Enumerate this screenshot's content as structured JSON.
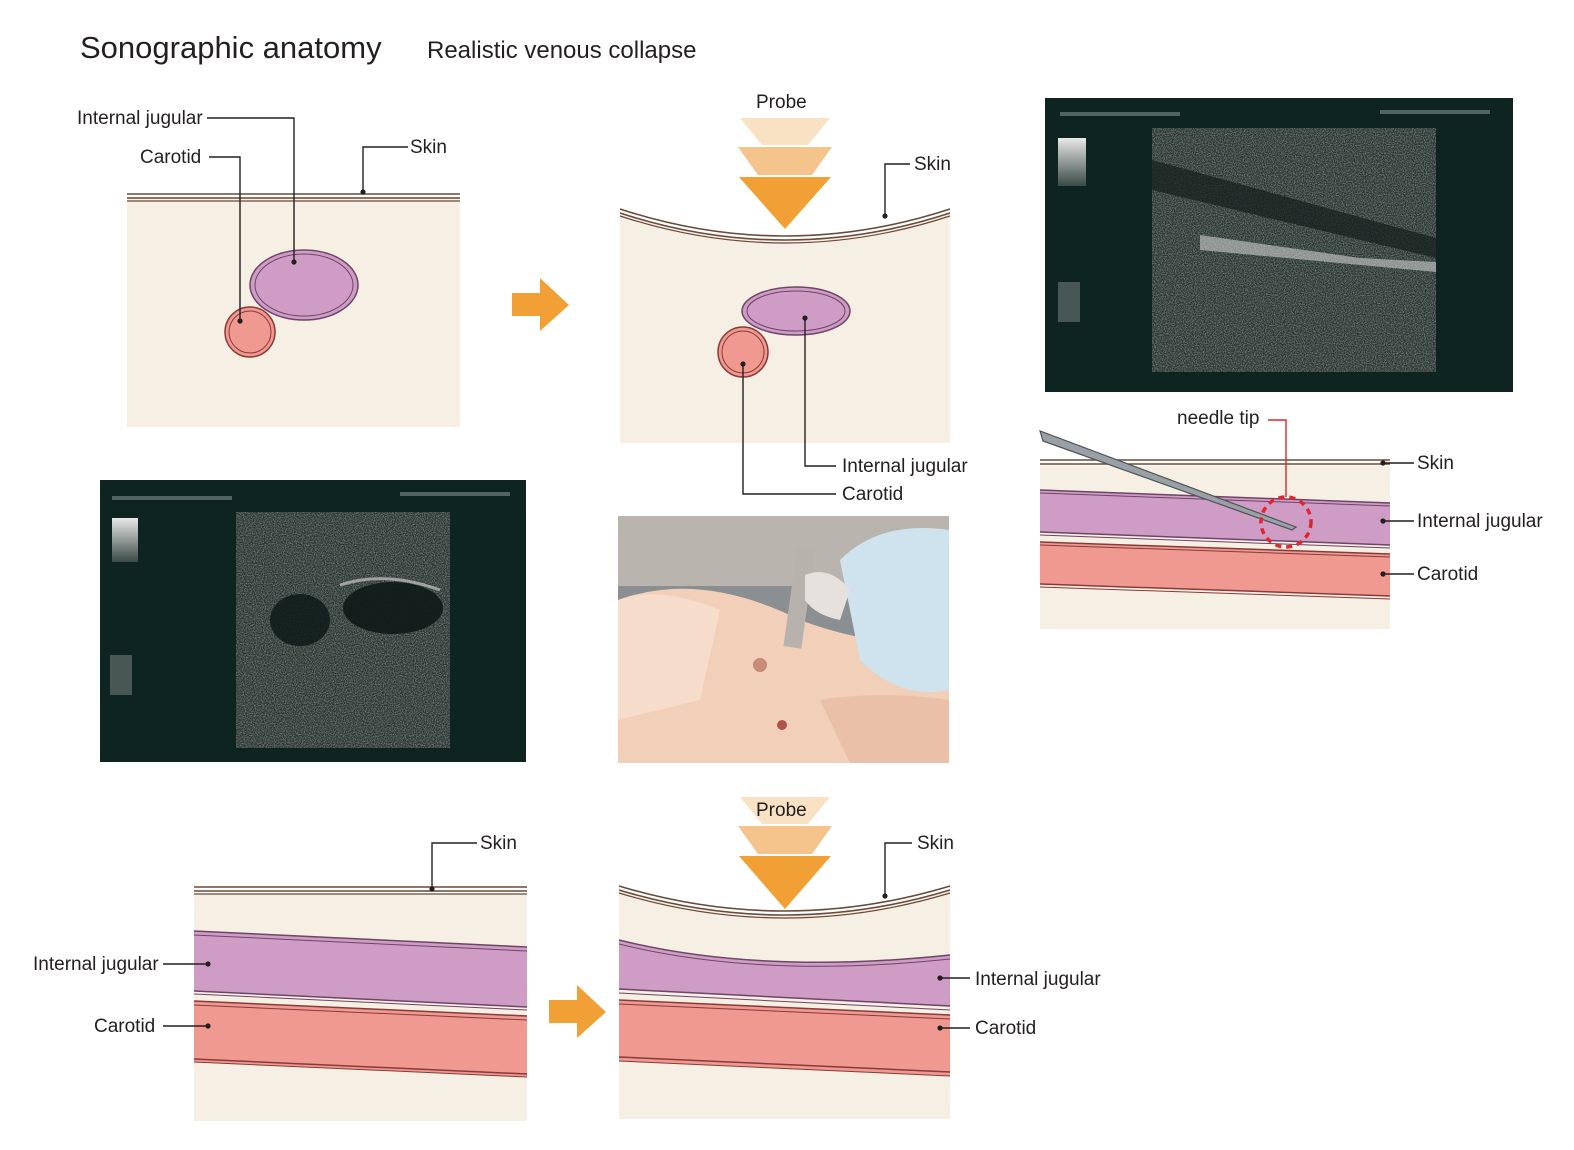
{
  "header": {
    "title": "Sonographic anatomy",
    "subtitle": "Realistic venous collapse"
  },
  "labels": {
    "internal_jugular": "Internal jugular",
    "carotid": "Carotid",
    "skin": "Skin",
    "probe": "Probe",
    "needle_tip": "needle tip"
  },
  "colors": {
    "tissue": "#f6efe3",
    "vein": "#cf9cc6",
    "artery": "#ef9990",
    "arrow": "#f0a035",
    "needle_circle": "#e0262c",
    "ultrasound_bg": "#0d2420"
  }
}
